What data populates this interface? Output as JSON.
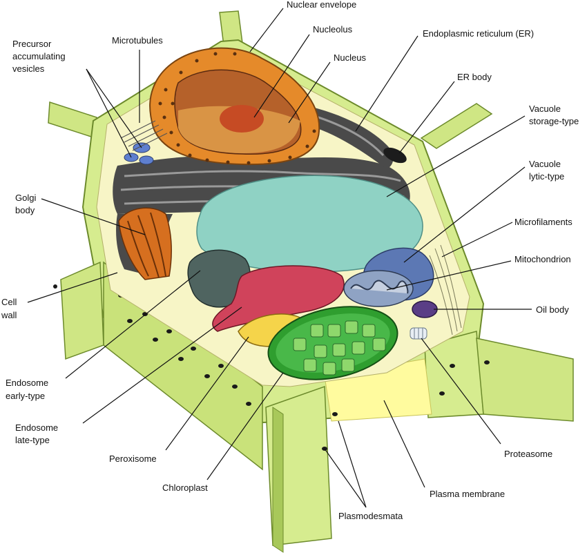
{
  "colors": {
    "wall": "#d6ec8f",
    "wall_dark": "#b7d46a",
    "wall_edge": "#6c8a2b",
    "membrane": "#fffb9e",
    "cytoplasm": "#f7f5c6",
    "er": "#4a4a4a",
    "nucleus_envelope": "#e58a2a",
    "nucleus": "#b5612a",
    "nucleolus": "#c64b24",
    "vacuole_storage": "#8fd2c4",
    "vacuole_lytic": "#5c78b4",
    "golgi": "#d66f1f",
    "endosome_early": "#4f6460",
    "endosome_late": "#d0435b",
    "peroxisome": "#f5d44a",
    "chloroplast": "#2f9e2f",
    "mitochondrion": "#8fa3c4",
    "oil_body": "#5a3e86",
    "vesicle": "#5e7fcf",
    "proteasome": "#e8eef4"
  },
  "labels": {
    "nuclear_envelope": "Nuclear envelope",
    "nucleolus": "Nucleolus",
    "nucleus": "Nucleus",
    "er": "Endoplasmic reticulum (ER)",
    "er_body": "ER body",
    "vacuole_storage_1": "Vacuole",
    "vacuole_storage_2": "storage-type",
    "vacuole_lytic_1": "Vacuole",
    "vacuole_lytic_2": "lytic-type",
    "microfilaments": "Microfilaments",
    "mitochondrion": "Mitochondrion",
    "oil_body": "Oil body",
    "proteasome": "Proteasome",
    "plasma_membrane": "Plasma membrane",
    "plasmodesmata": "Plasmodesmata",
    "chloroplast": "Chloroplast",
    "peroxisome": "Peroxisome",
    "endosome_late_1": "Endosome",
    "endosome_late_2": "late-type",
    "endosome_early_1": "Endosome",
    "endosome_early_2": "early-type",
    "cell_wall_1": "Cell",
    "cell_wall_2": "wall",
    "golgi_1": "Golgi",
    "golgi_2": "body",
    "precursor_1": "Precursor",
    "precursor_2": "accumulating",
    "precursor_3": "vesicles",
    "microtubules": "Microtubules"
  }
}
